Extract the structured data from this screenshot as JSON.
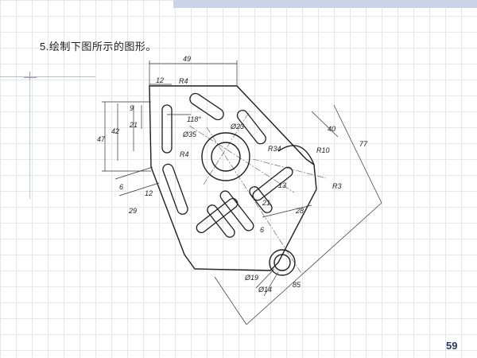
{
  "slide": {
    "heading": "5.绘制下图所示的图形。",
    "page_number": "59"
  },
  "drawing": {
    "dimensions": [
      "49",
      "12",
      "R4",
      "9",
      "21",
      "42",
      "47",
      "118°",
      "Ø35",
      "Ø23",
      "R34",
      "R10",
      "40",
      "77",
      "R4",
      "6",
      "12",
      "29",
      "13",
      "21",
      "28",
      "R3",
      "6",
      "Ø19",
      "Ø14",
      "85"
    ]
  }
}
